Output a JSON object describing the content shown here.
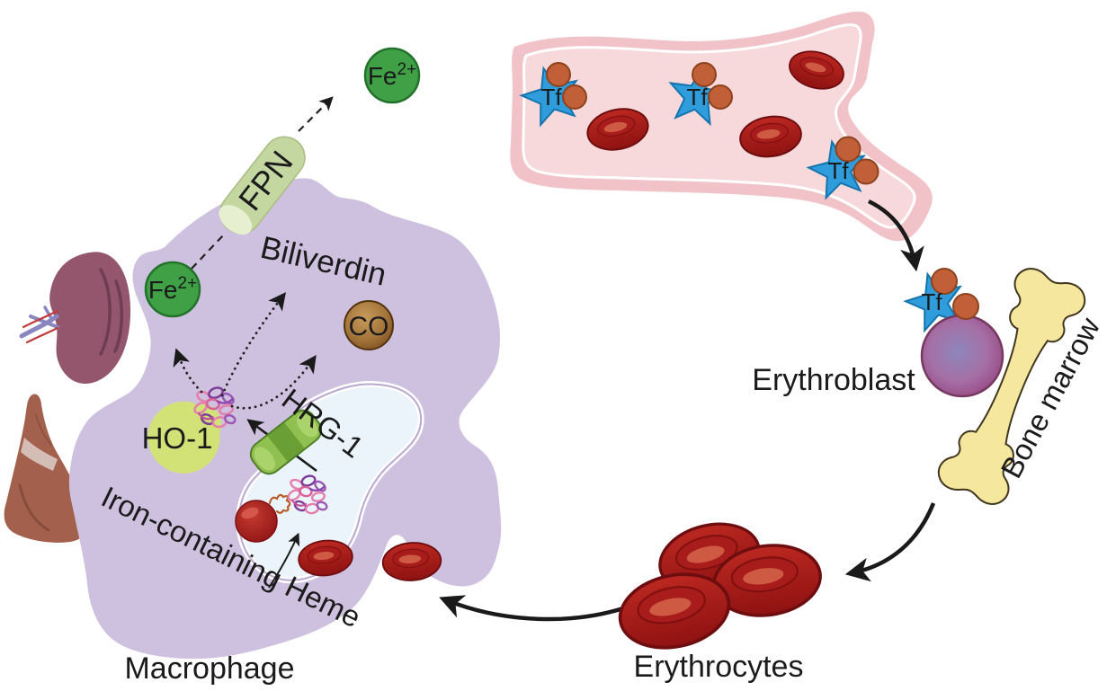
{
  "labels": {
    "tf": "Tf",
    "fe_base": "Fe",
    "fe_superscript": "2+",
    "fpn": "FPN",
    "biliverdin": "Biliverdin",
    "co": "CO",
    "ho1": "HO-1",
    "hrg1": "HRG-1",
    "iron_containing_heme": "Iron-containing Heme",
    "macrophage": "Macrophage",
    "erythroblast": "Erythroblast",
    "bone_marrow": "Bone marrow",
    "erythrocytes": "Erythrocytes"
  },
  "colors": {
    "background": "#ffffff",
    "vessel_wall": "#f1c3c9",
    "vessel_lumen": "#f8d9db",
    "transferrin_blue": "#2f9cdb",
    "iron_orange": "#c05f38",
    "rbc_red": "#b92420",
    "erythroblast_purple": "#94497f",
    "bone_yellow": "#f6e79e",
    "macrophage_purple": "#cec1e0",
    "lysosome_blue": "#ebf4fb",
    "ho1_green": "#d2e276",
    "hrg1_green": "#8fc050",
    "fpn_green": "#c5d7a0",
    "fe_green": "#3fa046",
    "co_brown": "#a97a3f",
    "heme_pink": "#e57fab",
    "heme_purple": "#8e3fb0",
    "spleen": "#93566d",
    "liver": "#a2604d",
    "arrow_black": "#1a1a1a"
  }
}
